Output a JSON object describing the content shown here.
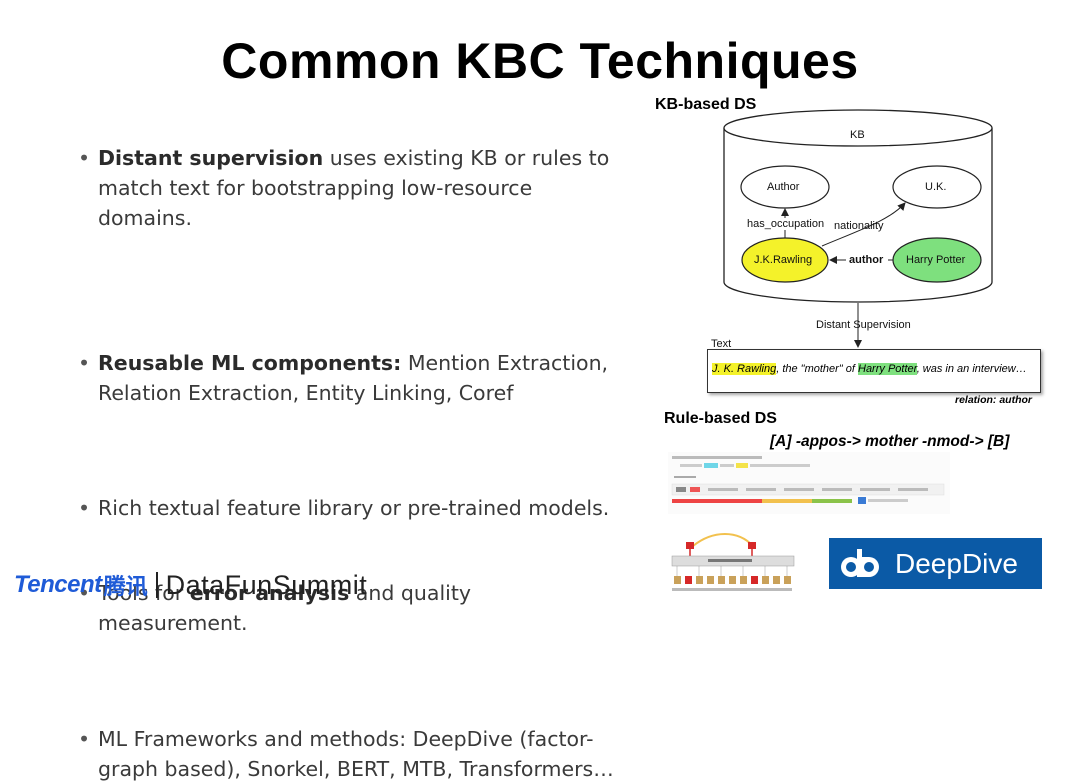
{
  "slide": {
    "title": "Common KBC Techniques"
  },
  "bullets": [
    {
      "bold": "Distant supervision",
      "rest": " uses existing KB or rules to match text for bootstrapping low-resource domains."
    },
    {
      "bold": "Reusable ML components:",
      "rest": " Mention Extraction, Relation Extraction, Entity Linking, Coref"
    },
    {
      "pre": "Rich textual feature library or pre-trained models."
    },
    {
      "pre": "Tools for ",
      "bold": "error analysis",
      "rest": " and quality measurement."
    },
    {
      "pre": "ML Frameworks and methods: DeepDive (factor-graph based), Snorkel, BERT, MTB, Transformers…"
    }
  ],
  "kb_diagram": {
    "heading": "KB-based DS",
    "kb_label": "KB",
    "nodes": {
      "author": "Author",
      "uk": "U.K.",
      "jk": "J.K.Rawling",
      "hp": "Harry Potter"
    },
    "edges": {
      "has_occupation": "has_occupation",
      "nationality": "nationality",
      "author": "author"
    },
    "ds_label": "Distant Supervision",
    "text_label": "Text",
    "sentence": {
      "a": "J. K. Rawling",
      "b": ", the \"mother\" of ",
      "c": "Harry Potter",
      "d": ", was in an interview…"
    },
    "relation": "relation: author",
    "colors": {
      "yellow": "#f4f22a",
      "green": "#7ee07e"
    }
  },
  "rule_diagram": {
    "heading": "Rule-based DS",
    "pattern": "[A] -appos-> mother -nmod-> [B]"
  },
  "logos": {
    "deepdive": "DeepDive"
  },
  "footer": {
    "tencent": "Tencent",
    "tencent_cn": "腾讯",
    "datafun": "DataFunSummit"
  }
}
